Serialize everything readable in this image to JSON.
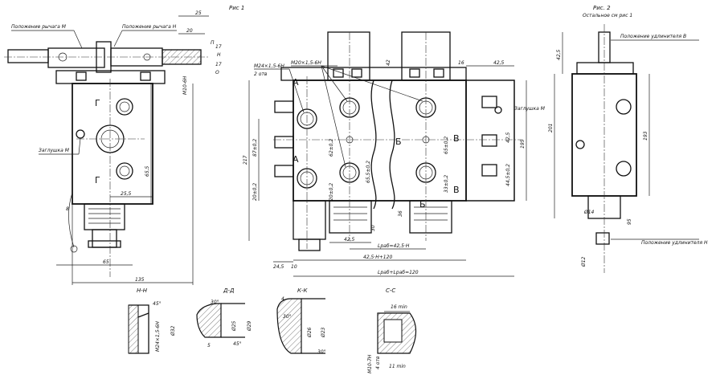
{
  "figures": {
    "fig1": "Рис 1",
    "fig2": "Рис. 2",
    "fig2_note": "Остальное см рис 1"
  },
  "fig1_left": {
    "lever_pos_m": "Положение рычага М",
    "lever_pos_n": "Положение рычага Н",
    "plug_m1": "Заглушка М",
    "section_mark": "Г",
    "dim_25": "25",
    "dim_20": "20",
    "dim_17a": "17",
    "dim_17b": "17",
    "dim_m10": "М10-6Н",
    "dim_655": "65,5",
    "dim_255": "25,5",
    "dim_8": "8",
    "dim_65": "65",
    "dim_135": "135",
    "pos_p": "П",
    "pos_n": "Н",
    "pos_o": "О"
  },
  "fig1_main": {
    "thread_1": "М24×1,5-6Н",
    "thread_2": "М20×1,5-6Н",
    "holes_2": "2 отв",
    "mark_a": "А",
    "mark_b": "Б",
    "mark_v": "В",
    "dim_42": "42",
    "dim_16": "16",
    "dim_425_top": "42,5",
    "plug_m1": "Заглушка М",
    "dim_217": "217",
    "dim_87": "87±0,2",
    "dim_20a": "20±0,2",
    "dim_62": "62±0,2",
    "dim_20b": "20±0,2",
    "dim_655": "65,5±0,2",
    "dim_65": "65±0,2",
    "dim_33": "33±0,2",
    "dim_425b": "42,5",
    "dim_445": "44,5±0,2",
    "dim_195": "195",
    "dim_30": "30",
    "dim_36": "36",
    "dim_425_bot": "42,5",
    "len_1": "Lраб=42,5·Н",
    "dim_245": "24,5",
    "dim_10": "10",
    "len_2": "42,5·Н+120",
    "len_3": "Lраб+Lраб=120"
  },
  "fig2": {
    "pos_b": "Положение удлинителя В",
    "pos_n": "Положение удлинителя Н",
    "dim_425": "42,5",
    "dim_201": "201",
    "dim_193": "193",
    "dim_phi14": "Ø14",
    "dim_95": "95",
    "dim_phi12": "Ø12"
  },
  "sections": {
    "nn": {
      "title": "Н-Н",
      "thread": "М24×1,5-6Н",
      "dia": "Ø32",
      "ang": "45°"
    },
    "dd": {
      "title": "Д-Д",
      "a30": "30°",
      "d25": "Ø25",
      "d29": "Ø29",
      "a45": "45°",
      "d5": "5"
    },
    "kk": {
      "title": "К-К",
      "d4": "4",
      "a30": "30°",
      "d26": "Ø26",
      "d23": "Ø23",
      "a30b": "30°"
    },
    "vv": {
      "title": "С-С",
      "d16": "16 min",
      "thread": "М10-7Н",
      "d11": "11 min",
      "d4": "4 отв"
    }
  }
}
